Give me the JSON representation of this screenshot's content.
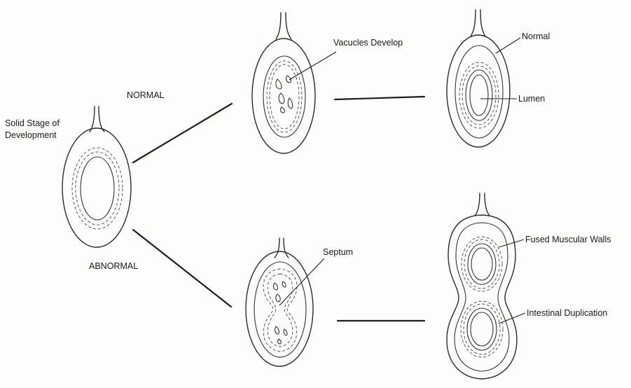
{
  "labels": {
    "solid_stage": "Solid Stage of Development",
    "normal_branch": "NORMAL",
    "abnormal_branch": "ABNORMAL",
    "vacuoles": "Vacucles Develop",
    "normal": "Normal",
    "lumen": "Lumen",
    "septum": "Septum",
    "fused_walls": "Fused Muscular Walls",
    "duplication": "Intestinal Duplication"
  }
}
